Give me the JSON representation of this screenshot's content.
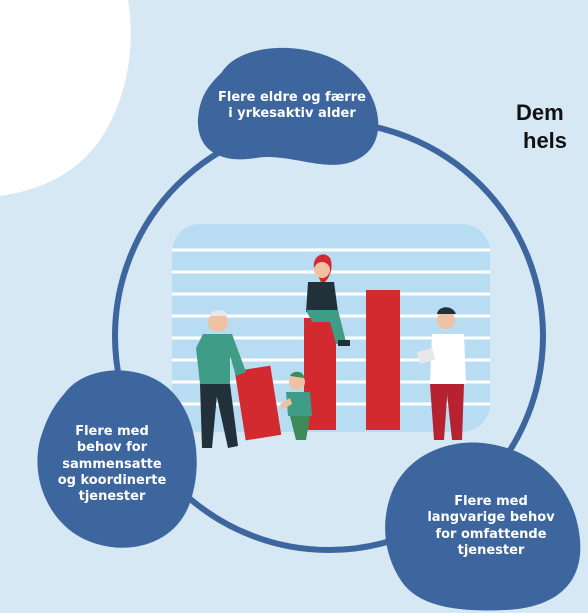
{
  "title": {
    "line1": "Dem",
    "line2": "hels"
  },
  "nodes": [
    {
      "id": "top",
      "text": "Flere eldre og færre i yrkesaktiv alder"
    },
    {
      "id": "left",
      "text": "Flere med behov for sammensatte og koordinerte tjenester"
    },
    {
      "id": "right",
      "text": "Flere med langvarige behov for omfattende tjenester"
    }
  ],
  "colors": {
    "background": "#d6e8f4",
    "blob": "#3d659e",
    "ring": "#3d659e",
    "bar": "#d22a2f",
    "panel": "#b8dcf2",
    "panel_lines": "#ffffff"
  },
  "chart_data": {
    "type": "bar",
    "categories": [],
    "values": [],
    "note_illustrative": true
  }
}
